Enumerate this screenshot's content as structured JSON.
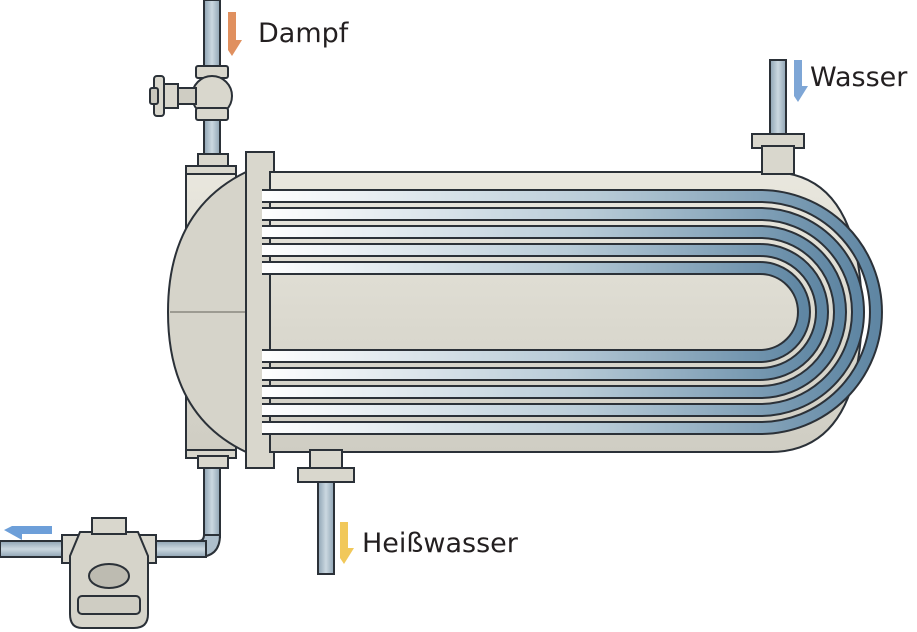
{
  "labels": {
    "steam": "Dampf",
    "water_in": "Wasser",
    "hot_water": "Heißwasser"
  },
  "colors": {
    "pipe": "#a9bccb",
    "pipe_edge": "#2b3138",
    "shell": "#dcdad0",
    "shell_shadow": "#bdbbb1",
    "tube": "#5f86a3",
    "steam_arrow": "#e0905f",
    "water_arrow": "#7ea6d6",
    "hot_water_arrow": "#f1c85a",
    "condensate_arrow": "#6d9fd9"
  },
  "icons": [
    "steam-inlet-arrow-icon",
    "water-inlet-arrow-icon",
    "hot-water-outlet-arrow-icon",
    "condensate-outlet-arrow-icon",
    "valve-handwheel-icon",
    "steam-trap-icon"
  ]
}
